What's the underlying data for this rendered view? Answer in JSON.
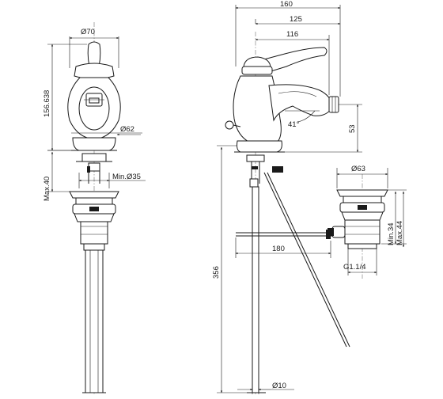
{
  "dimensions": {
    "dia_70": "Ø70",
    "h_156_638": "156.638",
    "dia_62": "Ø62",
    "max_40": "Max.40",
    "min_dia_35": "Min.Ø35",
    "w_160": "160",
    "w_125": "125",
    "w_116": "116",
    "angle_41": "41°",
    "h_53": "53",
    "h_356": "356",
    "w_180": "180",
    "dia_10": "Ø10",
    "dia_63": "Ø63",
    "min_34": "Min.34",
    "max_44": "Max.44",
    "thread": "G1.1/4"
  }
}
